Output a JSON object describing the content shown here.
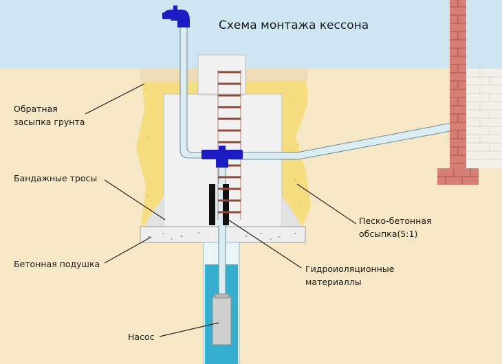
{
  "title": "Схема монтажа кессона",
  "labels": {
    "backfill_line1": "Обратная",
    "backfill_line2": "засыпка грунта",
    "cables": "Бандажные тросы",
    "cushion": "Бетонная подушка",
    "sand_line1": "Песко-бетонная",
    "sand_line2": "обсыпка(5:1)",
    "hydro_line1": "Гидроиоляционные",
    "hydro_line2": "материаллы",
    "pump": "Насос"
  },
  "colors": {
    "sky": "#cfe6f2",
    "soil": "#f6e8c6",
    "sand": "#f5dd80",
    "concrete": "#eeeeee",
    "pipe": "#dcecf3",
    "water": "#35aed0",
    "valve": "#1c1cc2",
    "brick": "#d77f74",
    "ladder": "#8b4a3a"
  }
}
